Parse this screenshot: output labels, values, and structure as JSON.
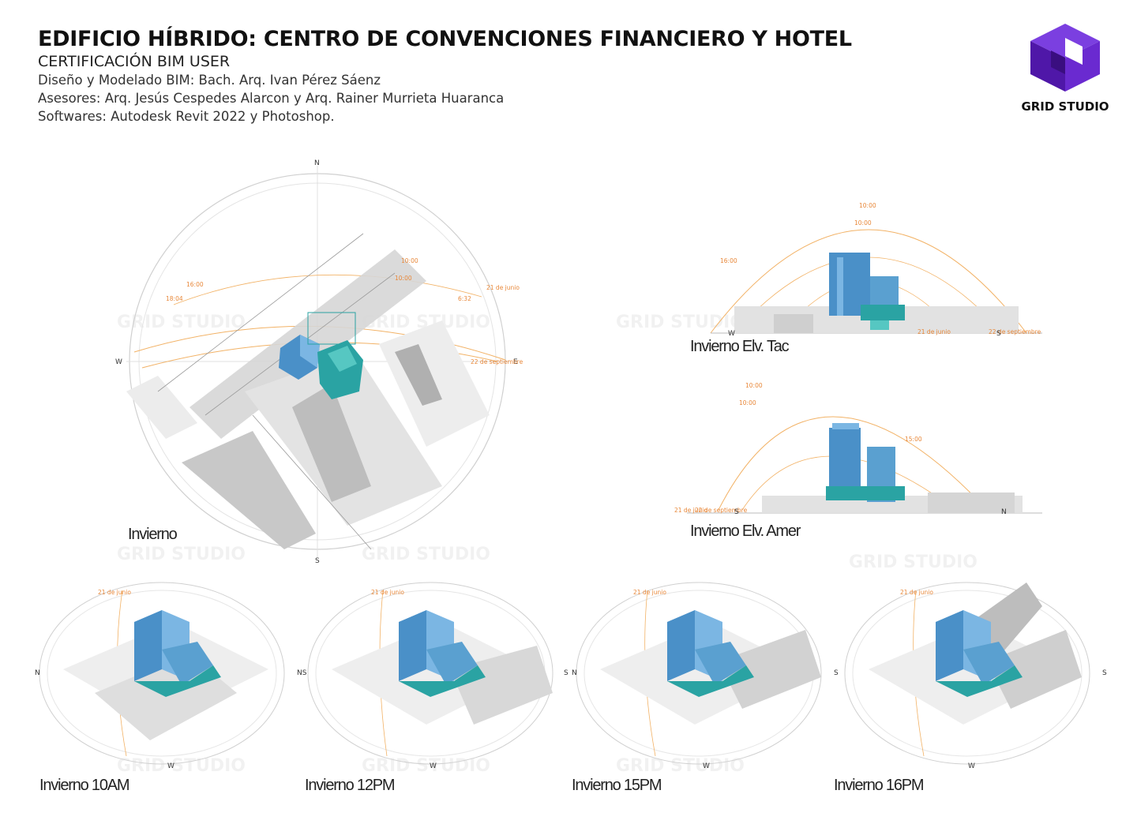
{
  "header": {
    "title": "EDIFICIO HÍBRIDO: CENTRO DE CONVENCIONES FINANCIERO Y HOTEL",
    "subtitle": "CERTIFICACIÓN BIM USER",
    "design": "Diseño y Modelado BIM: Bach. Arq. Ivan Pérez Sáenz",
    "advisors": "Asesores: Arq. Jesús Cespedes Alarcon y Arq. Rainer Murrieta Huaranca",
    "software": "Softwares: Autodesk Revit 2022 y Photoshop."
  },
  "logo": {
    "text": "GRID STUDIO",
    "icon": "cube-logo-icon",
    "color": "#5b1fb5"
  },
  "watermark": "GRID STUDIO",
  "colors": {
    "building_teal": "#2aa3a3",
    "building_blue": "#4a90c8",
    "sun_path": "#f2b266",
    "sun_label": "#e8883a",
    "shadow_gray": "#b8b8b8"
  },
  "main_plan": {
    "caption": "Invierno",
    "directions": {
      "n": "N",
      "s": "S",
      "w": "W",
      "e": "E"
    },
    "labels": {
      "t1": "10:00",
      "t2": "10:00",
      "t3": "16:00",
      "t4": "18:04",
      "t5": "6:32",
      "june": "21 de junio",
      "sept": "22 de septiembre"
    }
  },
  "elev_top": {
    "caption": "Invierno Elv. Tac",
    "labels": {
      "t1": "10:00",
      "t2": "10:00",
      "t3": "16:00",
      "w": "W",
      "s": "S",
      "june": "21 de junio",
      "sept": "22 de septiembre"
    }
  },
  "elev_bottom": {
    "caption": "Invierno Elv. Amer",
    "labels": {
      "t1": "10:00",
      "t2": "10:00",
      "t3": "15:00",
      "s": "S",
      "n": "N",
      "june": "21 de junio",
      "sept": "22 de septiembre"
    }
  },
  "small_views": [
    {
      "caption": "Invierno 10AM",
      "n": "N",
      "s": "NS",
      "w": "W",
      "june": "21 de junio"
    },
    {
      "caption": "Invierno 12PM",
      "n": "",
      "s": "S",
      "w": "W",
      "june": "21 de junio"
    },
    {
      "caption": "Invierno 15PM",
      "n": "N",
      "s": "S",
      "w": "W",
      "june": "21 de junio"
    },
    {
      "caption": "Invierno 16PM",
      "n": "",
      "s": "S",
      "w": "W",
      "june": "21 de junio"
    }
  ]
}
